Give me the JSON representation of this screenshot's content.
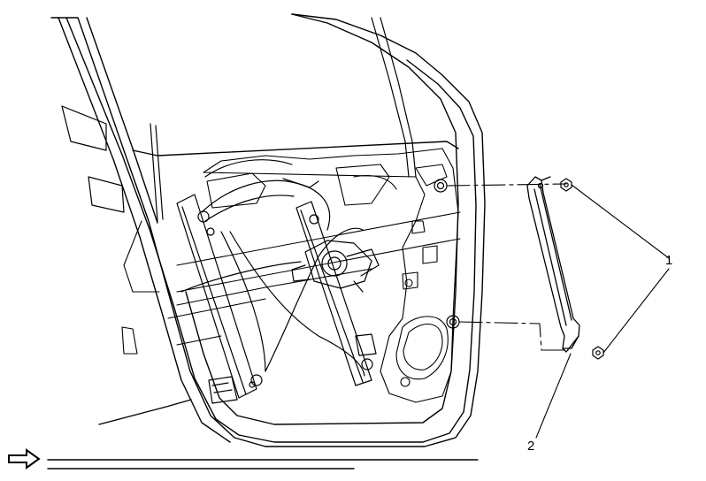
{
  "diagram": {
    "callouts": [
      {
        "id": "1",
        "label": "1"
      },
      {
        "id": "2",
        "label": "2"
      }
    ],
    "view_indicator_icon": "outline-right-arrow-icon"
  }
}
